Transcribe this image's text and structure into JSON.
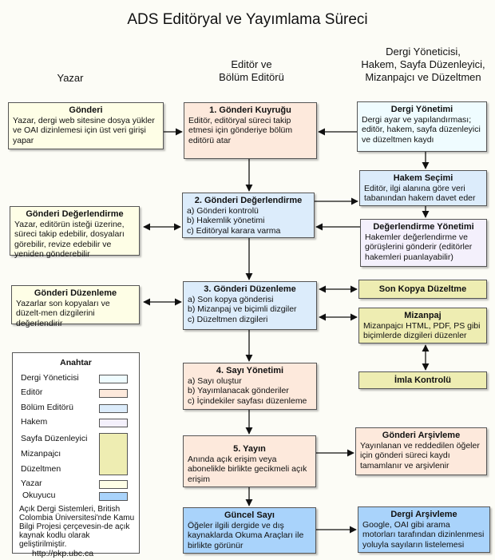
{
  "title": "ADS Editöryal ve Yayımlama Süreci",
  "columns": {
    "author": "Yazar",
    "editor_line1": "Editör ve",
    "editor_line2": "Bölüm Editörü",
    "manager_line1": "Dergi Yöneticisi,",
    "manager_line2": "Hakem, Sayfa Düzenleyici,",
    "manager_line3": "Mizanpajcı ve Düzeltmen"
  },
  "boxes": {
    "submission": {
      "title": "Gönderi",
      "text": "Yazar, dergi web sitesine dosya yükler ve OAI dizinlemesi için üst veri girişi yapar"
    },
    "queue": {
      "title": "1. Gönderi Kuyruğu",
      "text": "Editör, editöryal süreci takip etmesi için gönderiye bölüm editörü atar"
    },
    "journal_management": {
      "title": "Dergi Yönetimi",
      "text": "Dergi ayar ve yapılandırması; editör, hakem, sayfa düzenleyici ve düzeltmen kaydı"
    },
    "reviewer_selection": {
      "title": "Hakem Seçimi",
      "text": "Editör, ilgi alanına göre veri tabanından hakem davet eder"
    },
    "review": {
      "title": "2. Gönderi Değerlendirme",
      "items": [
        "a) Gönderi kontrolü",
        "b) Hakemlik yönetimi",
        "c) Editöryal karara varma"
      ]
    },
    "author_review": {
      "title": "Gönderi Değerlendirme",
      "text": "Yazar, editörün isteği üzerine, süreci takip edebilir, dosyaları görebilir, revize edebilir ve yeniden gönderebilir"
    },
    "review_management": {
      "title": "Değerlendirme Yönetimi",
      "text": "Hakemler değerlendirme ve görüşlerini gönderir (editörler hakemleri puanlayabilir)"
    },
    "editing": {
      "title": "3. Gönderi Düzenleme",
      "items": [
        "a) Son kopya gönderisi",
        "b) Mizanpaj ve biçimli dizgiler",
        "c) Düzeltmen dizgileri"
      ]
    },
    "author_editing": {
      "title": "Gönderi Düzenleme",
      "text": "Yazarlar son kopyaları ve düzelt-men dizgilerini değerlendirir"
    },
    "copyedit": {
      "title": "Son Kopya Düzeltme"
    },
    "layout": {
      "title": "Mizanpaj",
      "text": "Mizanpajcı HTML, PDF, PS gibi biçimlerde dizgileri düzenler"
    },
    "proofread": {
      "title": "İmla Kontrolü"
    },
    "issue_management": {
      "title": "4. Sayı Yönetimi",
      "items": [
        "a) Sayı oluştur",
        "b) Yayımlanacak gönderiler",
        "c) İçindekiler sayfası düzenleme"
      ]
    },
    "publication": {
      "title": "5. Yayın",
      "text": "Anında açık erişim veya abonelikle birlikte gecikmeli açık erişim"
    },
    "submission_archive": {
      "title": "Gönderi Arşivleme",
      "text": "Yayınlanan ve reddedilen öğeler için gönderi süreci kaydı tamamlanır ve arşivlenir"
    },
    "current_issue": {
      "title": "Güncel Sayı",
      "text": "Öğeler ilgili dergide ve dış kaynaklarda Okuma Araçları ile birlikte görünür"
    },
    "journal_archive": {
      "title": "Dergi Arşivleme",
      "text": "Google, OAI gibi arama motorları tarafından dizinlenmesi yoluyla sayıların listelemesi"
    }
  },
  "legend": {
    "title": "Anahtar",
    "items": [
      {
        "label": "Dergi Yöneticisi",
        "color": "#effcff"
      },
      {
        "label": "Editör",
        "color": "#fde9dc"
      },
      {
        "label": "Bölüm Editörü",
        "color": "#dcecfb"
      },
      {
        "label": "Hakem",
        "color": "#f4f0fc"
      },
      {
        "label": "Sayfa Düzenleyici",
        "color": "#eeedb2"
      },
      {
        "label": "Mizanpajcı",
        "color": "#eeedb2"
      },
      {
        "label": "Düzeltmen",
        "color": "#eeedb2"
      },
      {
        "label": "Yazar",
        "color": "#fefee6"
      },
      {
        "label": "Okuyucu",
        "color": "#a9d3fb"
      }
    ],
    "credit": "Açık Dergi Sistemleri, British Colombia Üniversitesi'nde Kamu Bilgi Projesi çerçevesin-de açık kaynak kodlu olarak geliştirilmiştir.",
    "url": "http://pkp.ubc.ca"
  }
}
